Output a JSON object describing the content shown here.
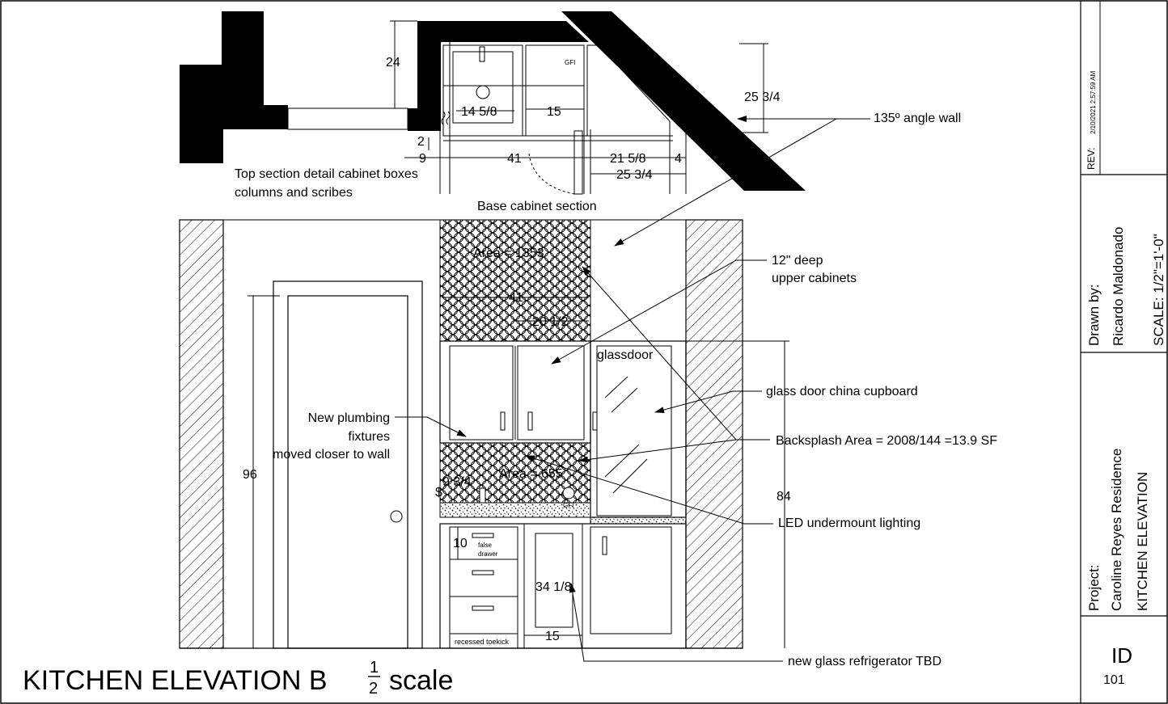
{
  "title": {
    "main": "KITCHEN ELEVATION B",
    "fraction_num": "1",
    "fraction_den": "2",
    "suffix": "scale"
  },
  "plan_labels": {
    "top_section_line1": "Top section detail cabinet boxes",
    "top_section_line2": "columns and scribes",
    "base_cabinet_section": "Base cabinet section",
    "gfi": "GFI"
  },
  "plan_dims": {
    "d24": "24",
    "d14_5_8": "14 5/8",
    "d15": "15",
    "d25_3_4_right": "25 3/4",
    "d2": "2",
    "d9": "9",
    "d41": "41",
    "d21_5_8": "21 5/8",
    "d4": "4",
    "d25_3_4_bottom": "25 3/4"
  },
  "elevation_labels": {
    "area_upper": "Area = 1353",
    "area_lower": "Area = 655",
    "glassdoor": "glassdoor",
    "false_drawer_1": "false",
    "false_drawer_2": "drawer",
    "recessed_toekick": "recessed toekick",
    "gfi": "GFI",
    "dollar": "$"
  },
  "elevation_dims": {
    "d41": "41",
    "d20_1_2": "20 1/2",
    "d96": "96",
    "d84": "84",
    "d9_3_4": "9 3/4",
    "d10": "10",
    "d34_1_8": "34 1/8",
    "d15": "15"
  },
  "callouts": {
    "angle_wall": "135º angle wall",
    "upper_cab_1": "12\" deep",
    "upper_cab_2": "upper cabinets",
    "china_cupboard": "glass door china cupboard",
    "backsplash": "Backsplash Area = 2008/144 =13.9 SF",
    "led": "LED  undermount lighting",
    "refrigerator": "new glass refrigerator TBD",
    "plumbing_1": "New plumbing",
    "plumbing_2": "fixtures",
    "plumbing_3": "moved closer to wall"
  },
  "title_block": {
    "rev_label": "REV:",
    "rev_date": "2/10/2021 2:57:59 AM",
    "drawn_by_label": "Drawn by:",
    "drawn_by_name": "Ricardo Maldonado",
    "scale": "SCALE: 1/2\"=1'-0\"",
    "project_label": "Project:",
    "project_name": "Caroline Reyes Residence",
    "sheet_title": "KITCHEN ELEVATION",
    "sheet_id": "ID",
    "sheet_number": "101"
  }
}
